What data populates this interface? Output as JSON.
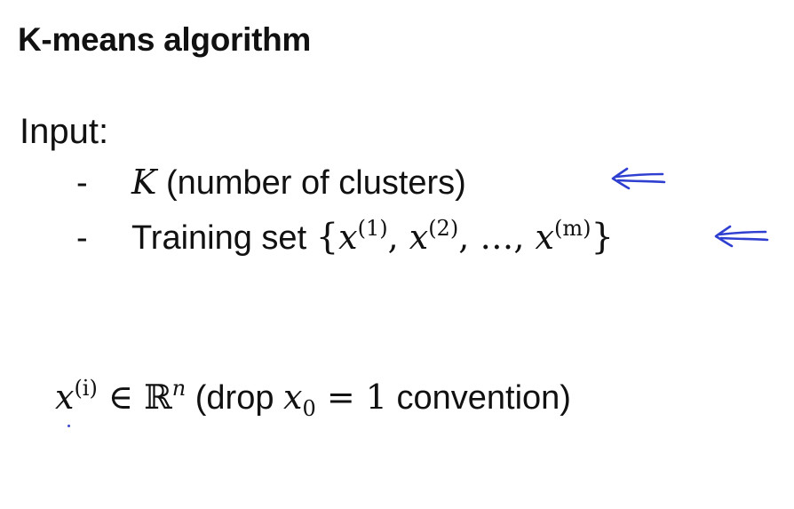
{
  "slide": {
    "title": "K-means algorithm",
    "input_label": "Input:",
    "bullets": [
      {
        "dash": "-",
        "var": "K",
        "text": " (number of clusters)"
      },
      {
        "dash": "-",
        "text": "Training set ",
        "set": {
          "open": "{",
          "x1": "x",
          "s1": "(1)",
          "comma1": ", ",
          "x2": "x",
          "s2": "(2)",
          "comma2": ", ",
          "dots": "…",
          "comma3": ", ",
          "xm": "x",
          "sm": "(m)",
          "close": "}"
        }
      }
    ],
    "bottom": {
      "x": "x",
      "xsup": "(i)",
      "in": " ∈ ",
      "R": "ℝ",
      "Rsup": "n",
      "text1": " (drop ",
      "x0": "x",
      "x0sub": "0",
      "eq": " = 1",
      "text2": " convention)"
    },
    "colors": {
      "text": "#111111",
      "annotation": "#2f3fd0"
    },
    "icons": [
      "left-arrow-icon",
      "left-arrow-icon"
    ]
  }
}
